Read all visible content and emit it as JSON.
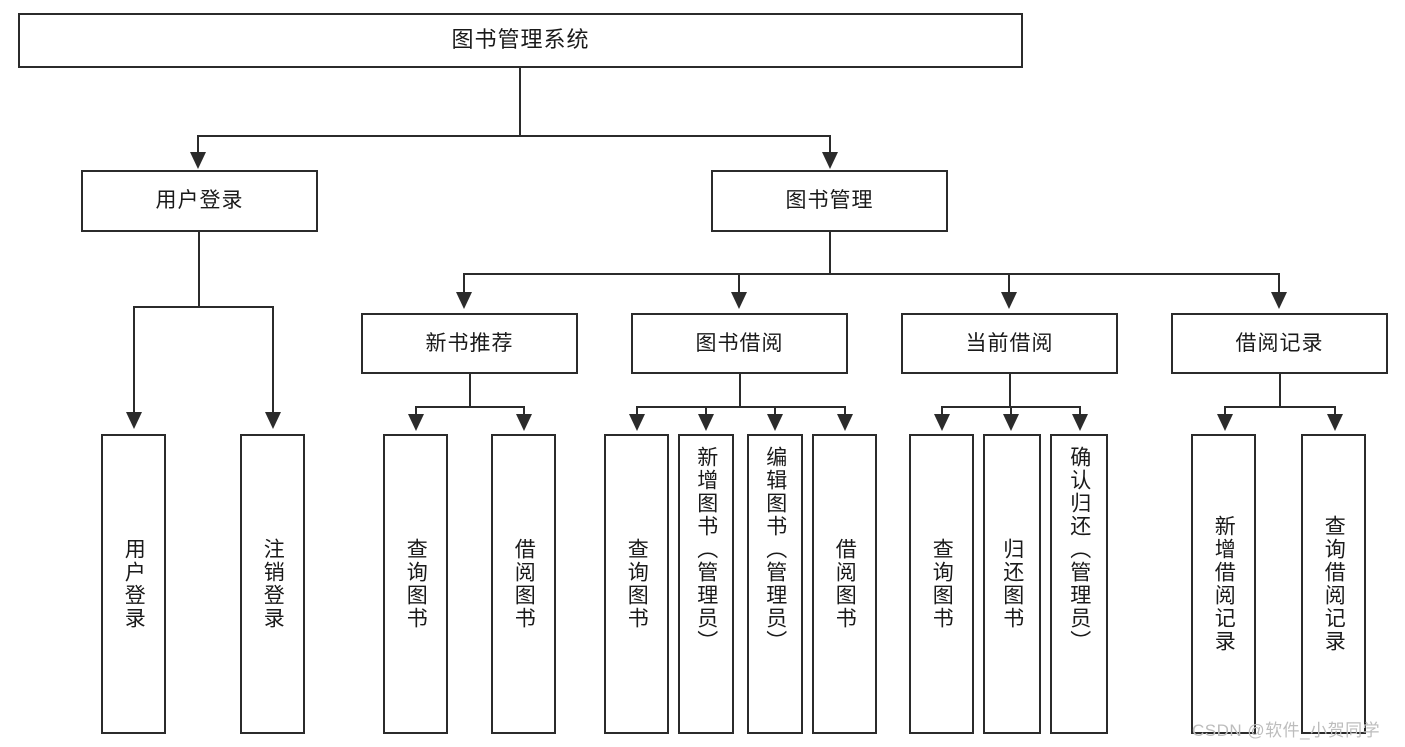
{
  "diagram": {
    "title": "图书管理系统",
    "type": "tree-hierarchy-diagram",
    "root": {
      "label": "图书管理系统"
    },
    "level2": [
      {
        "label": "用户登录"
      },
      {
        "label": "图书管理"
      }
    ],
    "level3": [
      {
        "label": "新书推荐"
      },
      {
        "label": "图书借阅"
      },
      {
        "label": "当前借阅"
      },
      {
        "label": "借阅记录"
      }
    ],
    "leaves": {
      "user_login": [
        {
          "label": "用户登录"
        },
        {
          "label": "注销登录"
        }
      ],
      "new_book_recommend": [
        {
          "label": "查询图书"
        },
        {
          "label": "借阅图书"
        }
      ],
      "book_borrow": [
        {
          "label": "查询图书"
        },
        {
          "label": "新增图书（管理员）"
        },
        {
          "label": "编辑图书（管理员）"
        },
        {
          "label": "借阅图书"
        }
      ],
      "current_borrow": [
        {
          "label": "查询图书"
        },
        {
          "label": "归还图书"
        },
        {
          "label": "确认归还（管理员）"
        }
      ],
      "borrow_record": [
        {
          "label": "新增借阅记录"
        },
        {
          "label": "查询借阅记录"
        }
      ]
    }
  },
  "watermark": {
    "text": "CSDN @软件_小贺同学"
  },
  "colors": {
    "border": "#2b2b2b",
    "background": "#ffffff",
    "text": "#1a1a1a",
    "watermark": "#bdbdbd"
  }
}
